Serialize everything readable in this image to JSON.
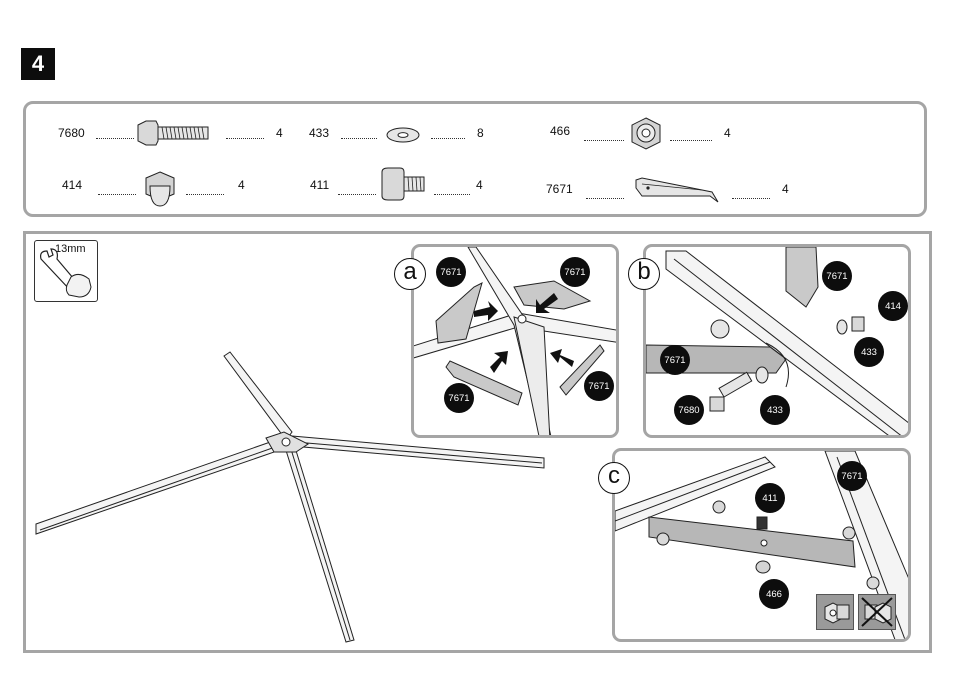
{
  "step": {
    "number": "4"
  },
  "parts": [
    {
      "code": "7680",
      "qty": "4",
      "icon": "bolt-icon"
    },
    {
      "code": "433",
      "qty": "8",
      "icon": "washer-icon"
    },
    {
      "code": "466",
      "qty": "4",
      "icon": "lock-nut-icon"
    },
    {
      "code": "414",
      "qty": "4",
      "icon": "cap-nut-icon"
    },
    {
      "code": "411",
      "qty": "4",
      "icon": "square-neck-bolt-icon"
    },
    {
      "code": "7671",
      "qty": "4",
      "icon": "bracket-icon"
    }
  ],
  "tool": {
    "size": "13mm",
    "icon": "wrench-icon"
  },
  "details": {
    "a": {
      "letter": "a",
      "callouts": [
        "7671",
        "7671",
        "7671",
        "7671"
      ]
    },
    "b": {
      "letter": "b",
      "callouts": [
        "7671",
        "414",
        "7671",
        "433",
        "7680",
        "433"
      ]
    },
    "c": {
      "letter": "c",
      "callouts": [
        "411",
        "7671",
        "466"
      ]
    }
  },
  "colors": {
    "frame_gray": "#a5a5a5",
    "callout_black": "#0d0d0d",
    "part_gray": "#c9c9c9"
  }
}
